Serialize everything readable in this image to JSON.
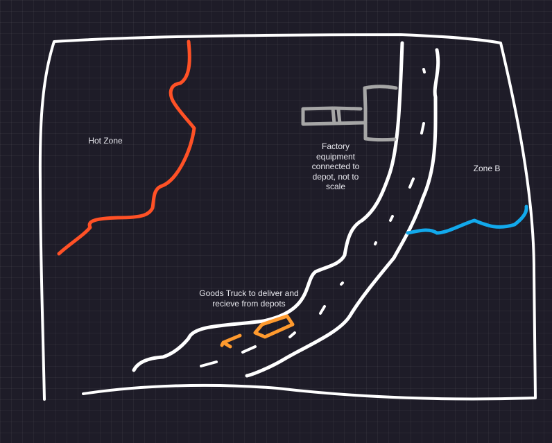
{
  "labels": {
    "hot_zone": "Hot Zone",
    "zone_b": "Zone B",
    "factory": "Factory equipment connected to depot, not to scale",
    "truck": "Goods Truck to deliver and recieve from depots"
  },
  "colors": {
    "background": "#1e1c28",
    "outline": "#ffffff",
    "hot_zone_line": "#ff5126",
    "zone_b_line": "#12a9ec",
    "truck": "#ff9a2e",
    "factory": "#a6a6a6"
  }
}
